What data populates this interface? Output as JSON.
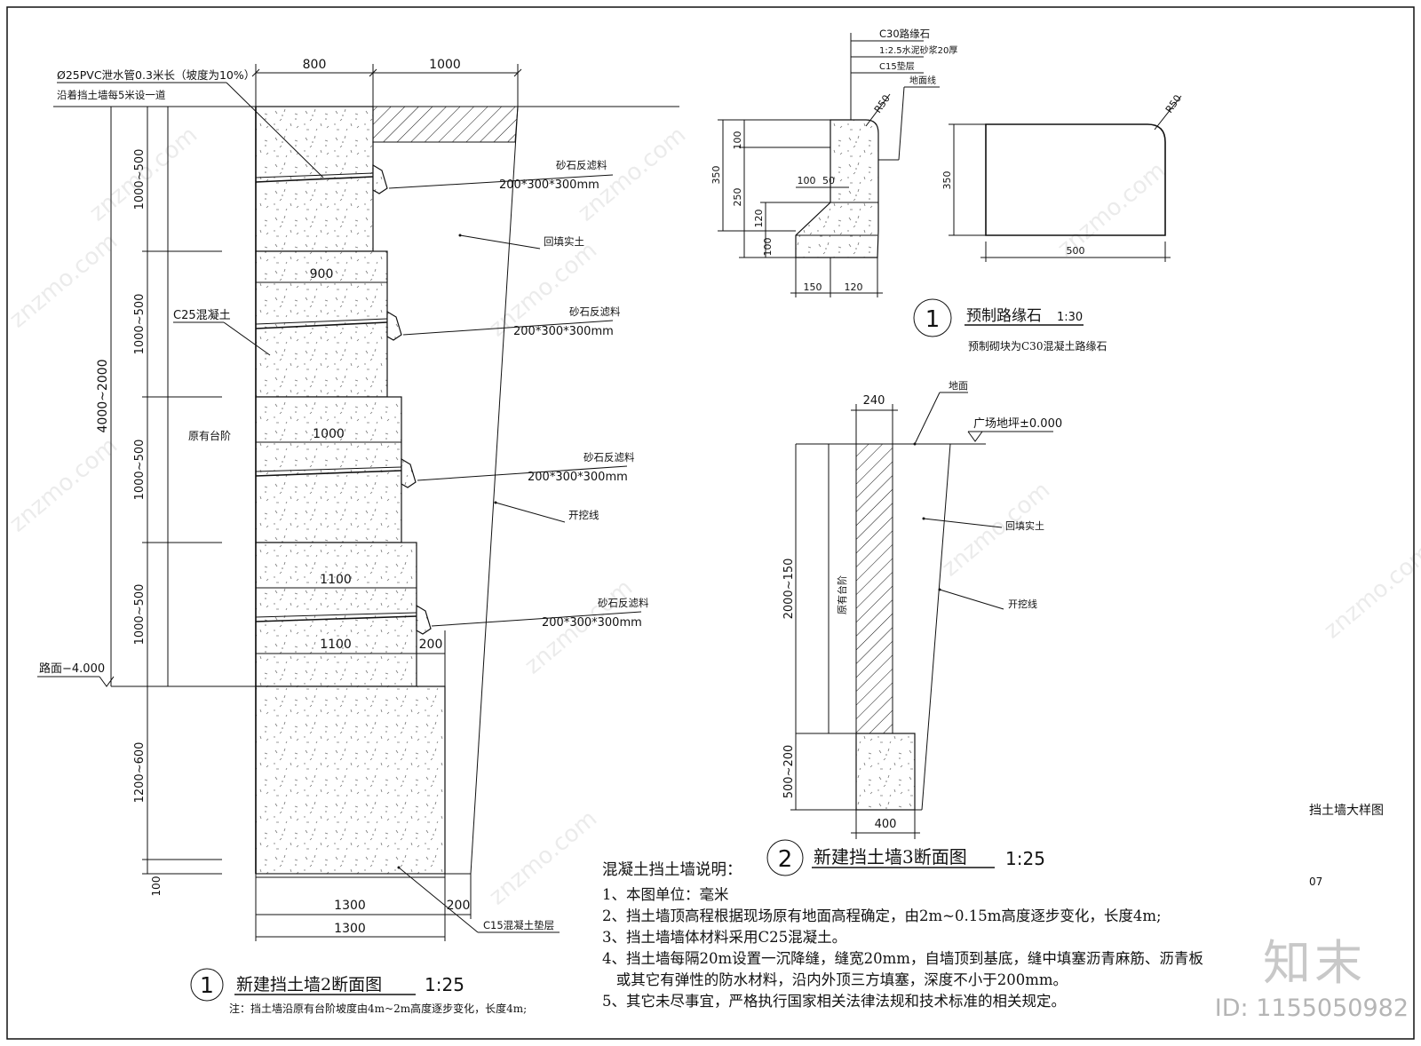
{
  "sheet": {
    "caption": "挡土墙大样图",
    "page_no": "07",
    "brand_mark": "知末",
    "brand_id": "ID: 1155050982",
    "watermark": "znzmo.com"
  },
  "wall2": {
    "dims_top": [
      "800",
      "1000"
    ],
    "pipe_note": "Ø25PVC泄水管0.3米长（坡度为10%）",
    "pipe_note2": "沿着挡土墙每5米设一道",
    "left_dims": [
      "1000~500",
      "1000~500",
      "1000~500",
      "1000~500",
      "1200~600",
      "100"
    ],
    "overall_dim": "4000~2000",
    "road_level": "路面−4.000",
    "concrete_label": "C25混凝土",
    "existing_step": "原有台阶",
    "backfill": "回填实土",
    "excavation": "开挖线",
    "filter_label": "砂石反滤料",
    "filter_size": "200*300*300mm",
    "step_widths": [
      "900",
      "1000",
      "1100",
      "1100"
    ],
    "step_offset": "200",
    "base_dims": [
      "1300",
      "200",
      "1300"
    ],
    "cushion": "C15混凝土垫层",
    "title_no": "1",
    "title": "新建挡土墙2断面图",
    "scale": "1:25",
    "note": "注：挡土墙沿原有台阶坡度由4m~2m高度逐步变化，长度4m;"
  },
  "curb": {
    "layers": [
      "C30路缘石",
      "1:2.5水泥砂浆20厚",
      "C15垫层"
    ],
    "ground": "地面线",
    "radius": "R50",
    "dims_v": [
      "100",
      "250",
      "350",
      "120",
      "100"
    ],
    "dims_top": [
      "100",
      "50"
    ],
    "dims_bottom": [
      "150",
      "120"
    ],
    "block_h": "350",
    "block_w": "500",
    "title_no": "1",
    "title": "预制路缘石",
    "scale": "1:30",
    "subtitle": "预制砌块为C30混凝土路缘石"
  },
  "wall3": {
    "top_w": "240",
    "ground": "地面",
    "level": "广场地坪±0.000",
    "backfill": "回填实土",
    "excavation": "开挖线",
    "existing_step": "原有台阶",
    "dims_v": [
      "2000~150",
      "500~200"
    ],
    "base_w": "400",
    "title_no": "2",
    "title": "新建挡土墙3断面图",
    "scale": "1:25"
  },
  "notes": {
    "title": "混凝土挡土墙说明：",
    "items": [
      "1、本图单位：毫米",
      "2、挡土墙顶高程根据现场原有地面高程确定，由2m~0.15m高度逐步变化，长度4m;",
      "3、挡土墙墙体材料采用C25混凝土。",
      "4、挡土墙每隔20m设置一沉降缝，缝宽20mm，自墙顶到基底，缝中填塞沥青麻筋、沥青板",
      "   或其它有弹性的防水材料，沿内外顶三方填塞，深度不小于200mm。",
      "5、其它未尽事宜，严格执行国家相关法律法规和技术标准的相关规定。"
    ]
  }
}
